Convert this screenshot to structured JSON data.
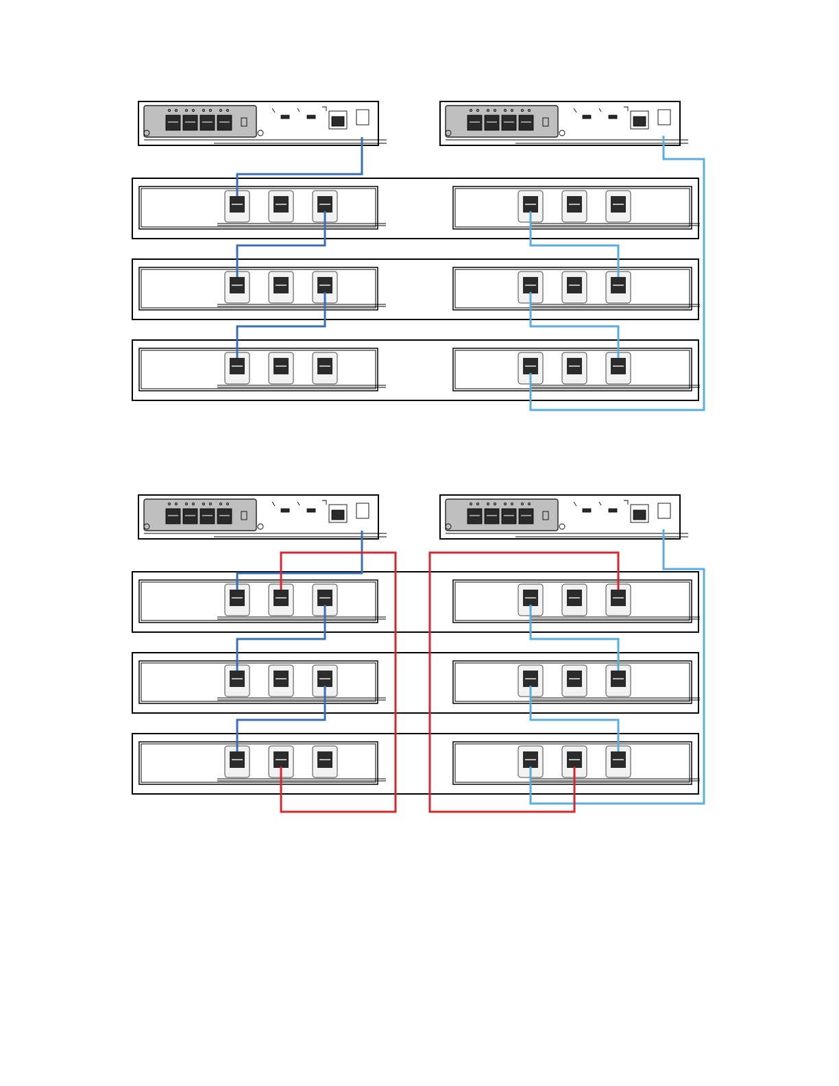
{
  "colors": {
    "cable_a": "#3a6fb5",
    "cable_b": "#5aade0",
    "cable_c": "#d9262c",
    "controller_card": "#bfbfbf",
    "port": "#2b2b2b"
  },
  "diagrams": [
    {
      "id": "top",
      "controllers": 2,
      "shelves": 3,
      "ports_per_iom": 3,
      "cable_colors": [
        "cable_a",
        "cable_b"
      ]
    },
    {
      "id": "bottom",
      "controllers": 2,
      "shelves": 3,
      "ports_per_iom": 3,
      "cable_colors": [
        "cable_a",
        "cable_b",
        "cable_c"
      ]
    }
  ]
}
